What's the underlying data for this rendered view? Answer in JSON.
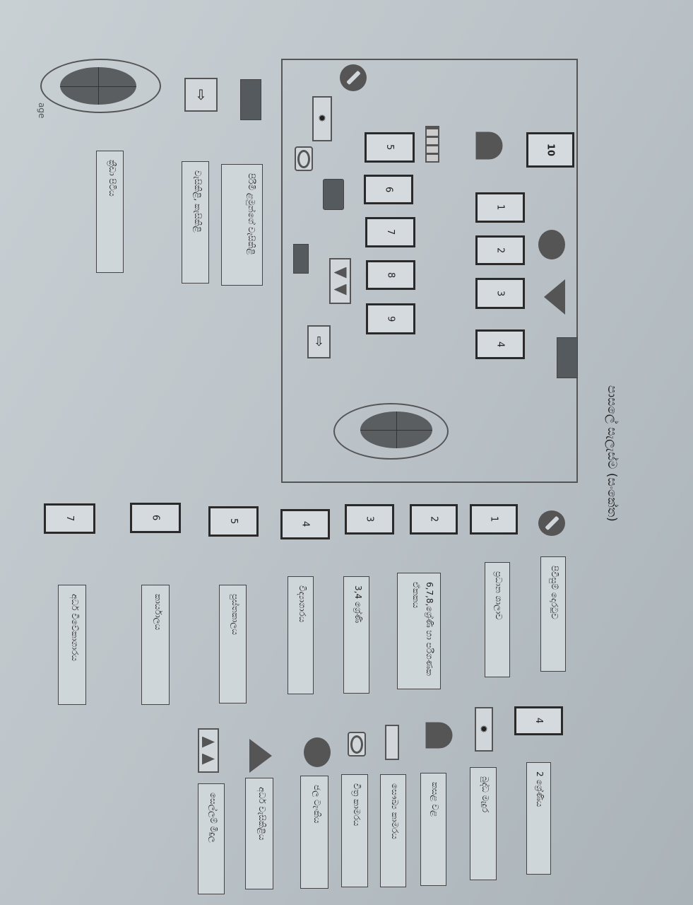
{
  "title": "පාසලේ සැලැස්ම (සංකේත)",
  "page_fragment": "age",
  "map": {
    "rooms": [
      "10",
      "1",
      "2",
      "3",
      "4",
      "5",
      "6",
      "7",
      "8",
      "9"
    ],
    "outside_labels": {
      "boys_toilets": "පිරිමි ළමුන්ගේ වැසිකිළි",
      "toilets": "වැසිකිළි, කැසිකිළි",
      "sports_ground": "ක්‍රීඩා පිටිය"
    }
  },
  "legend_numbered": [
    {
      "symbol": "no-entry",
      "label": "පිවිසුම් දොරටුව"
    },
    {
      "num": "1",
      "label": "ප්‍රධාන ශාලාව"
    },
    {
      "num": "2",
      "label": "6,7,8,ශ්‍රේණි හා පරිගණක ඒකකය"
    },
    {
      "num": "3",
      "label": "3,4 ශ්‍රේණි"
    },
    {
      "num": "4",
      "label": "විද්‍යාගාරය"
    },
    {
      "num": "5",
      "label": "පුස්තකාලය"
    },
    {
      "num": "6",
      "label": "කාර්යාලය"
    },
    {
      "num": "7",
      "label": "අර්ධ විවේකාගාරය"
    }
  ],
  "legend_symbols": [
    {
      "num": "4",
      "label": "2 ශ්‍රේණිය"
    },
    {
      "symbol": "lotus-flag",
      "label": "බුද්ධ මැදුර"
    },
    {
      "symbol": "half-circle",
      "label": "කසළ වළ"
    },
    {
      "symbol": "thin-rect",
      "label": "සෞඛ්‍ය කාමරය"
    },
    {
      "symbol": "o-box",
      "label": "චිත්‍ර කාමරය"
    },
    {
      "symbol": "circle",
      "label": "ජල ටැංකිය"
    },
    {
      "symbol": "triangle",
      "label": "අර්ධ වැසිකිළිය"
    },
    {
      "symbol": "double-triangle",
      "label": "සෙල්ලම් මිදුල"
    }
  ]
}
